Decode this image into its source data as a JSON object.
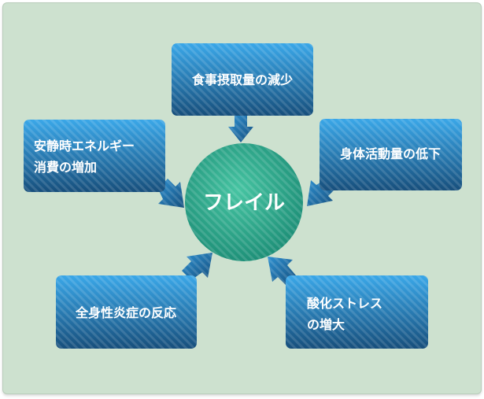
{
  "center": {
    "label": "フレイル"
  },
  "factors": [
    {
      "id": "food",
      "lines": [
        "食事摂取量の減少"
      ]
    },
    {
      "id": "activity",
      "lines": [
        "身体活動量の低下"
      ]
    },
    {
      "id": "energy",
      "lines": [
        "安静時エネルギー",
        "消費の増加"
      ]
    },
    {
      "id": "inflammation",
      "lines": [
        "全身性炎症の反応"
      ]
    },
    {
      "id": "stress",
      "lines": [
        "酸化ストレス",
        "の増大"
      ]
    }
  ],
  "colors": {
    "background": "#cde1cf",
    "box_top": "#3aa7e8",
    "box_bottom": "#174f7c",
    "circle_light": "#46c4a2",
    "circle_dark": "#1b8c75",
    "arrow": "#1d5f8e"
  }
}
